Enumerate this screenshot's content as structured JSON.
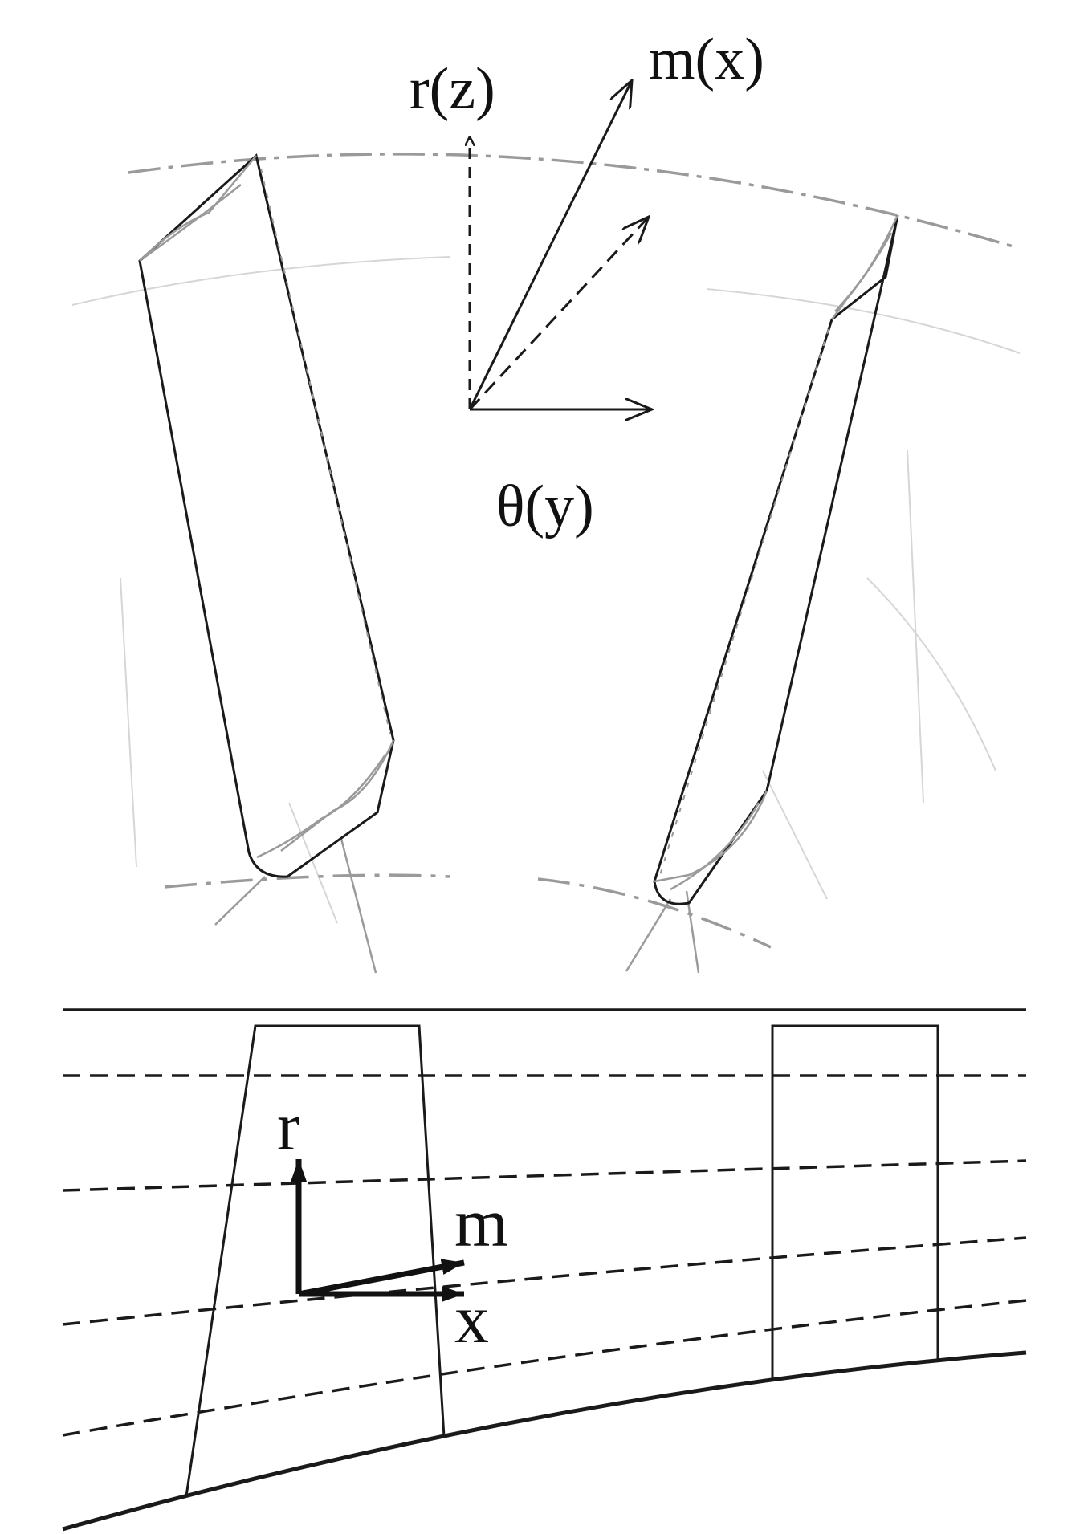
{
  "top_view": {
    "labels": {
      "r_axis": "r(z)",
      "m_axis": "m(x)",
      "theta_axis": "θ(y)"
    }
  },
  "meridional_view": {
    "labels": {
      "r_axis": "r",
      "m_axis": "m",
      "x_axis": "x"
    }
  },
  "colors": {
    "ink": "#1a1a1a",
    "construction": "#9a9a9a",
    "background": "#ffffff"
  }
}
